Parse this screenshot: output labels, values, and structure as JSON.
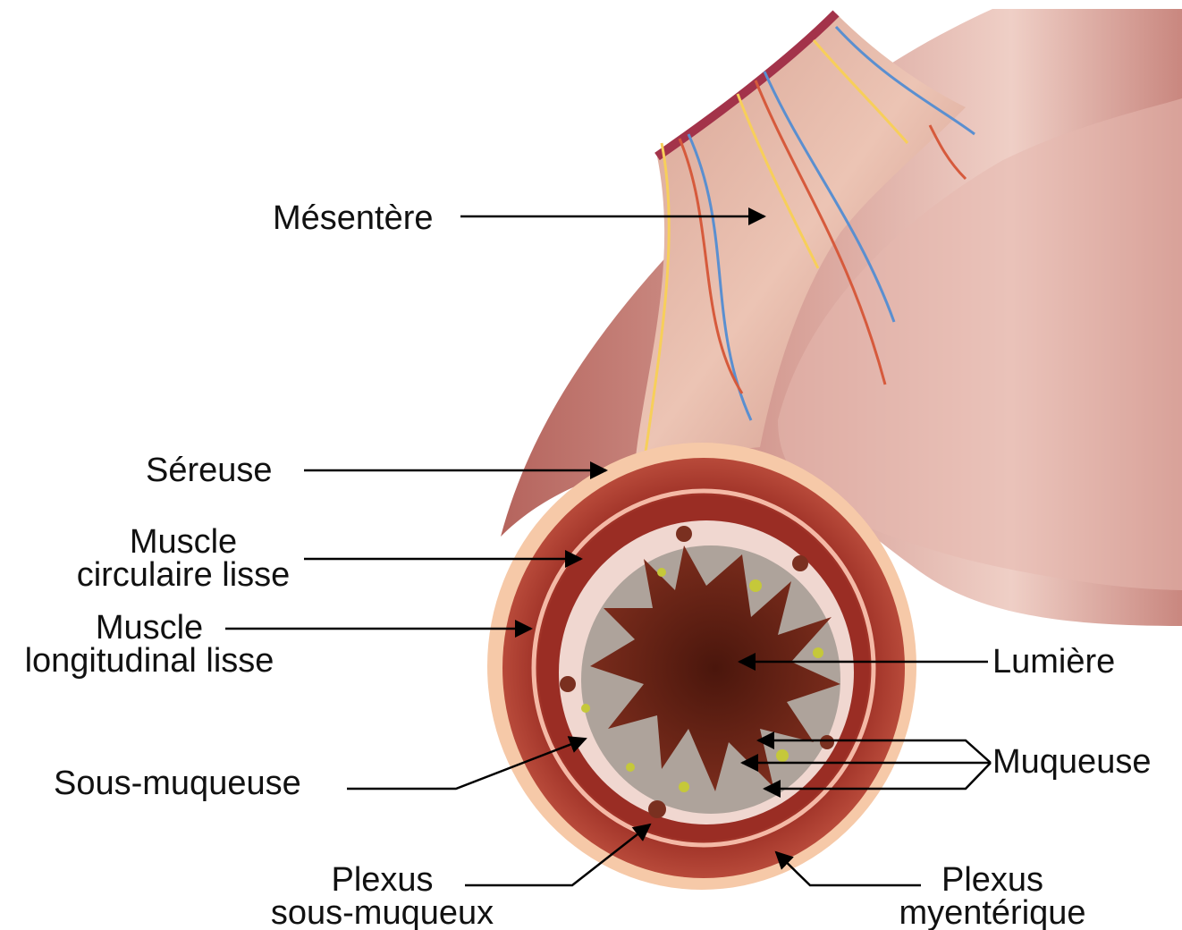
{
  "labels": {
    "mesentere": "Mésentère",
    "sereuse": "Séreuse",
    "muscle_circulaire": [
      "Muscle",
      "circulaire lisse"
    ],
    "muscle_longitudinal": [
      "Muscle",
      "longitudinal lisse"
    ],
    "sous_muqueuse": "Sous-muqueuse",
    "plexus_sous_muqueux": [
      "Plexus",
      "sous-muqueux"
    ],
    "plexus_myenterique": [
      "Plexus",
      "myentérique"
    ],
    "lumiere": "Lumière",
    "muqueuse": "Muqueuse"
  },
  "colors": {
    "serosa": "#f6c9a8",
    "muscle": "#a8352a",
    "muscle_dark": "#8c2a20",
    "submucosa": "#f0d7d0",
    "mucosa_gray": "#aea39b",
    "lumen": "#5a1e12",
    "intestine_outer": "#c27a73",
    "intestine_highlight": "#ecc6bd",
    "mesentery": "#c98f80",
    "nerve": "#f7cf5a",
    "vein": "#5a8fd0",
    "artery": "#d65a3c",
    "leader": "#000000"
  }
}
